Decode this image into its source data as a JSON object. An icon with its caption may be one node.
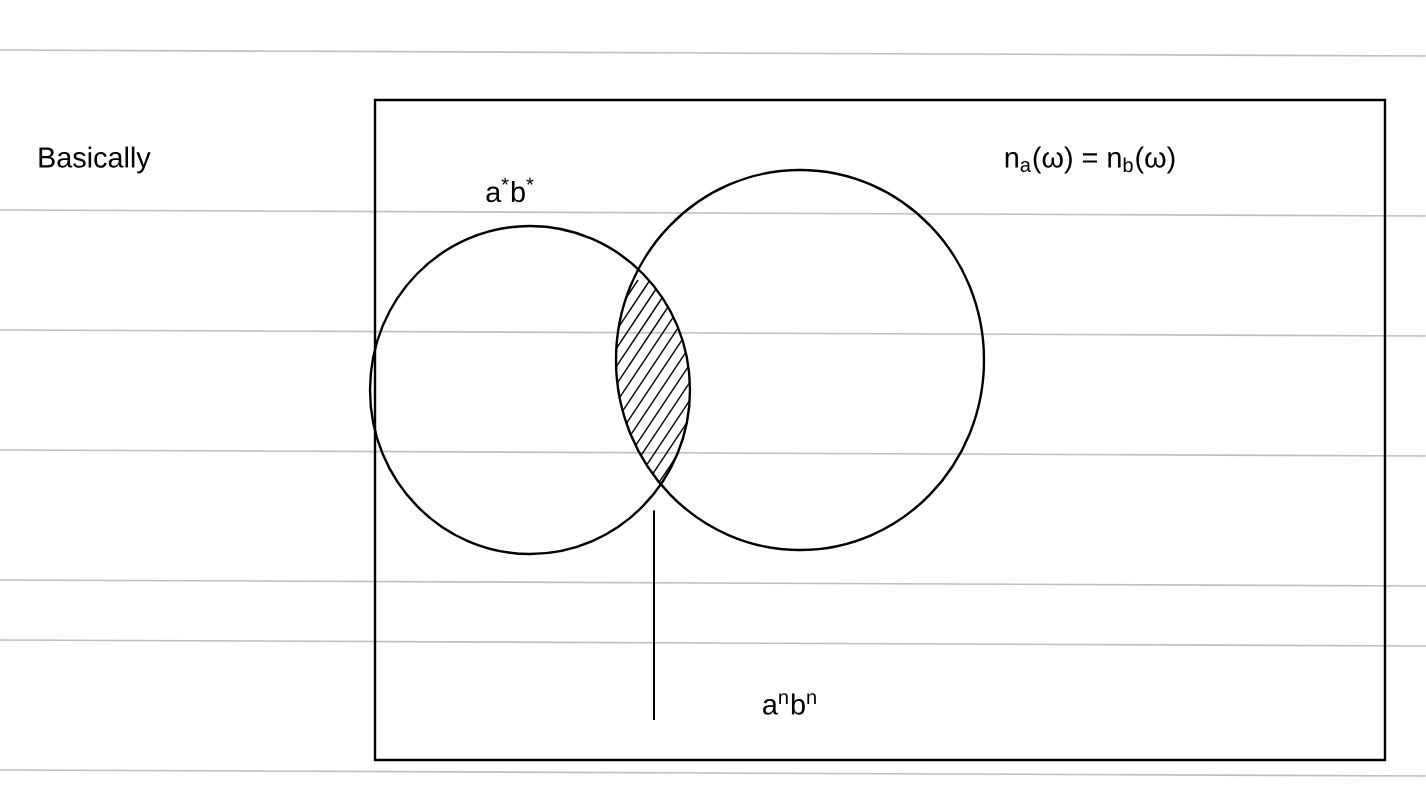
{
  "diagram": {
    "nodes": [
      {
        "text": [],
        "shape": "box"
      },
      {
        "text": [
          "a$^{*}$b$^{*}$"
        ],
        "in": 0
      },
      {
        "text": [
          "n$_{a}$(ω) = n$_{b}$(ω)"
        ],
        "in": 0
      },
      {
        "text": [],
        "shape": "lens"
      },
      {
        "text": [
          "a$^{n}$b$^{n}$"
        ],
        "in": 0
      }
    ],
    "edges": [
      {
        "from": 4,
        "to": 3,
        "arrow": "none"
      }
    ],
    "labels": [
      "Basically"
    ]
  }
}
